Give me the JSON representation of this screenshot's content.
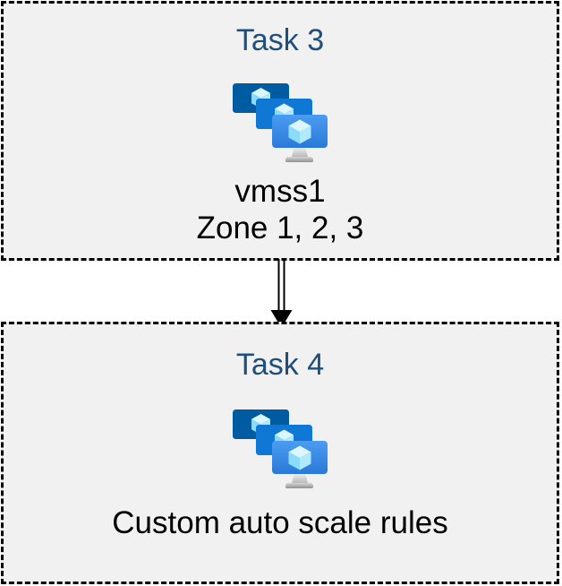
{
  "diagram": {
    "type": "flow",
    "background_color": "#ffffff",
    "box_fill_color": "#f1f1f1",
    "box_border_color": "#000000",
    "title_color": "#1f4e79",
    "label_color": "#000000",
    "tasks": [
      {
        "title": "Task 3",
        "icon": "virtual-machine-scale-sets-icon",
        "lines": [
          "vmss1",
          "Zone 1, 2, 3"
        ]
      },
      {
        "title": "Task 4",
        "icon": "virtual-machine-scale-sets-icon",
        "lines": [
          "Custom auto scale rules"
        ]
      }
    ],
    "connector": {
      "from": "Task 3",
      "to": "Task 4",
      "style": "double-line-arrow",
      "direction": "down",
      "color": "#000000"
    },
    "icon_colors": {
      "monitor_back": "#005ba1",
      "monitor_middle": "#0f78d4",
      "monitor_front_gradient_top": "#4b9cf2",
      "monitor_front_gradient_bottom": "#2b79d8",
      "cube_top_face": "#dcf6ff",
      "cube_left_face": "#8adcf9",
      "cube_right_face": "#aee9fd",
      "stand_gray_light": "#ededed",
      "stand_gray_dark": "#8f8f8f"
    }
  }
}
